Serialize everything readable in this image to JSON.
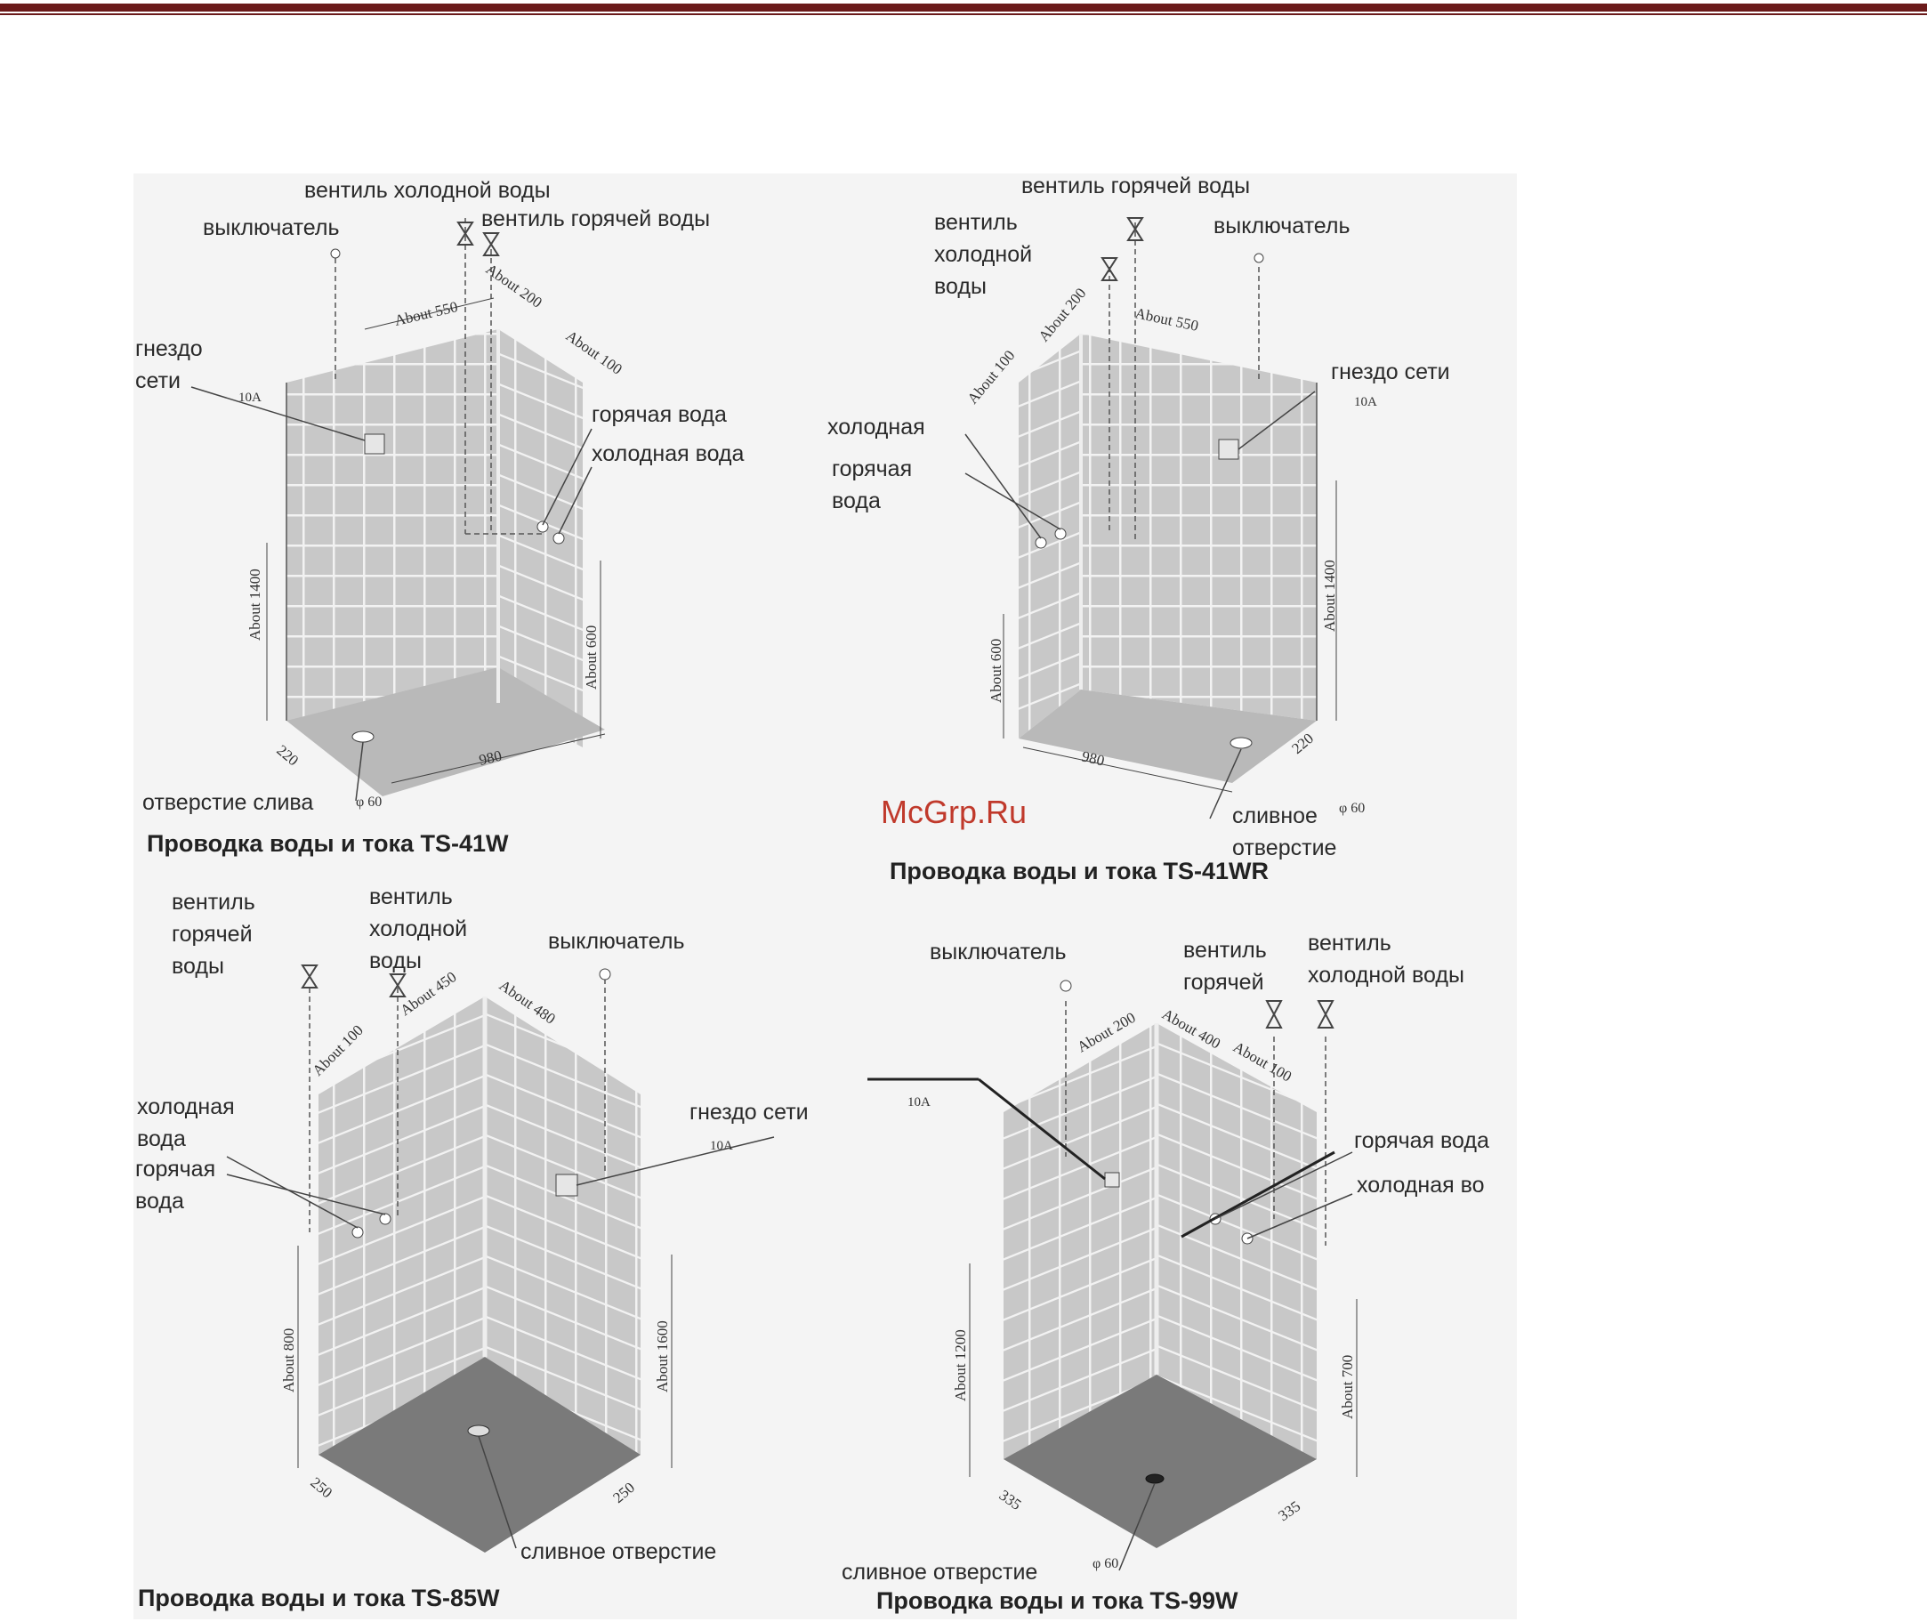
{
  "watermark": "McGrp.Ru",
  "colors": {
    "header_bar": "#6b1a1a",
    "wall_tile": "#c8c8c8",
    "floor": "#b9b9b9",
    "watermark": "#c0392b"
  },
  "d1": {
    "caption": "Проводка воды и тока TS-41W",
    "switch": "выключатель",
    "cold_valve": "вентиль холодной воды",
    "hot_valve": "вентиль горячей воды",
    "socket": [
      "гнездо",
      "сети"
    ],
    "socket_rating": "10A",
    "hot_water": "горячая вода",
    "cold_water": "холодная вода",
    "drain": "отверстие слива",
    "drain_dia": "φ 60",
    "dims": {
      "a550": "About 550",
      "a200": "About 200",
      "a100": "About 100",
      "a1400": "About 1400",
      "a600": "About 600",
      "w980": "980",
      "w220": "220"
    }
  },
  "d2": {
    "caption": "Проводка воды и тока TS-41WR",
    "hot_valve": "вентиль горячей воды",
    "cold_valve": [
      "вентиль",
      "холодной",
      "воды"
    ],
    "switch": "выключатель",
    "socket": "гнездо сети",
    "socket_rating": "10A",
    "cold": "холодная",
    "hot": [
      "горячая",
      "вода"
    ],
    "drain": [
      "сливное",
      "отверстие"
    ],
    "drain_dia": "φ 60",
    "dims": {
      "a100": "About 100",
      "a200": "About 200",
      "a550": "About 550",
      "a600": "About 600",
      "a1400": "About 1400",
      "w980": "980",
      "w220": "220"
    }
  },
  "d3": {
    "caption": "Проводка воды и тока TS-85W",
    "hot_valve": [
      "вентиль",
      "горячей",
      "воды"
    ],
    "cold_valve": [
      "вентиль",
      "холодной",
      "воды"
    ],
    "switch": "выключатель",
    "socket": "гнездо сети",
    "socket_rating": "10A",
    "cold_water": [
      "холодная",
      "вода"
    ],
    "hot_water": [
      "горячая",
      "вода"
    ],
    "drain": "сливное отверстие",
    "dims": {
      "a100": "About 100",
      "a450": "About 450",
      "a480": "About 480",
      "a800": "About 800",
      "a1600": "About 1600",
      "w250a": "250",
      "w250b": "250"
    }
  },
  "d4": {
    "caption": "Проводка воды и тока TS-99W",
    "switch": "выключатель",
    "hot_valve": [
      "вентиль",
      "горячей"
    ],
    "cold_valve": [
      "вентиль",
      "холодной воды"
    ],
    "socket_rating": "10A",
    "hot_water": "горячая вода",
    "cold_water": "холодная во",
    "drain": "сливное отверстие",
    "drain_dia": "φ 60",
    "dims": {
      "a200": "About 200",
      "a400": "About 400",
      "a100": "About 100",
      "a1200": "About 1200",
      "a700": "About 700",
      "w335a": "335",
      "w335b": "335"
    }
  }
}
